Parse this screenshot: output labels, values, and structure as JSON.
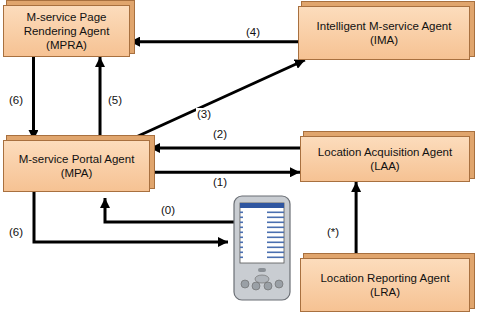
{
  "diagram": {
    "nodes": [
      {
        "text": [
          "M-service Page Rendering Agent (MPRA)"
        ]
      },
      {
        "text": [
          "Intelligent M-service Agent (IMA)"
        ]
      },
      {
        "text": [
          "M-service Portal Agent (MPA)"
        ]
      },
      {
        "text": [
          "Location Acquisition Agent (LAA)"
        ]
      },
      {
        "text": [
          "Location Reporting Agent (LRA)"
        ]
      }
    ],
    "edges": [
      {
        "from": 1,
        "to": 0,
        "arrow": "to",
        "label": "(4)"
      },
      {
        "from": 0,
        "to": 2,
        "arrow": "to",
        "label": "(6)"
      },
      {
        "from": 2,
        "to": 0,
        "arrow": "to",
        "label": "(5)"
      },
      {
        "from": 2,
        "to": 1,
        "arrow": "to",
        "label": "(3)"
      },
      {
        "from": 3,
        "to": 2,
        "arrow": "to",
        "label": "(2)"
      },
      {
        "from": 2,
        "to": 3,
        "arrow": "to",
        "label": "(1)"
      },
      {
        "from": 4,
        "to": 3,
        "arrow": "to",
        "label": "(*)"
      }
    ],
    "labels": [
      "(0)",
      "(6)"
    ]
  }
}
